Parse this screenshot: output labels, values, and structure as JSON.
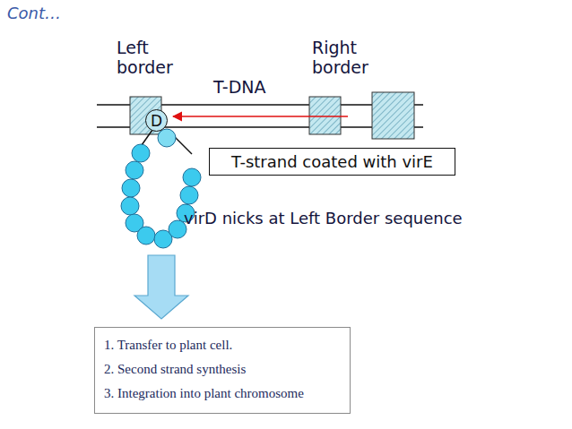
{
  "diagram": {
    "nodes": [
      {
        "text": [
          "D"
        ]
      },
      {
        "text": [
          "T-strand coated with virE"
        ]
      },
      {
        "text": [
          "1. Transfer to plant cell.",
          "2. Second strand synthesis",
          "3. Integration into plant chromosome"
        ]
      }
    ],
    "labels": [
      "Cont…",
      "Left border",
      "Right border",
      "T-DNA",
      "virD nicks at Left Border sequence"
    ]
  }
}
